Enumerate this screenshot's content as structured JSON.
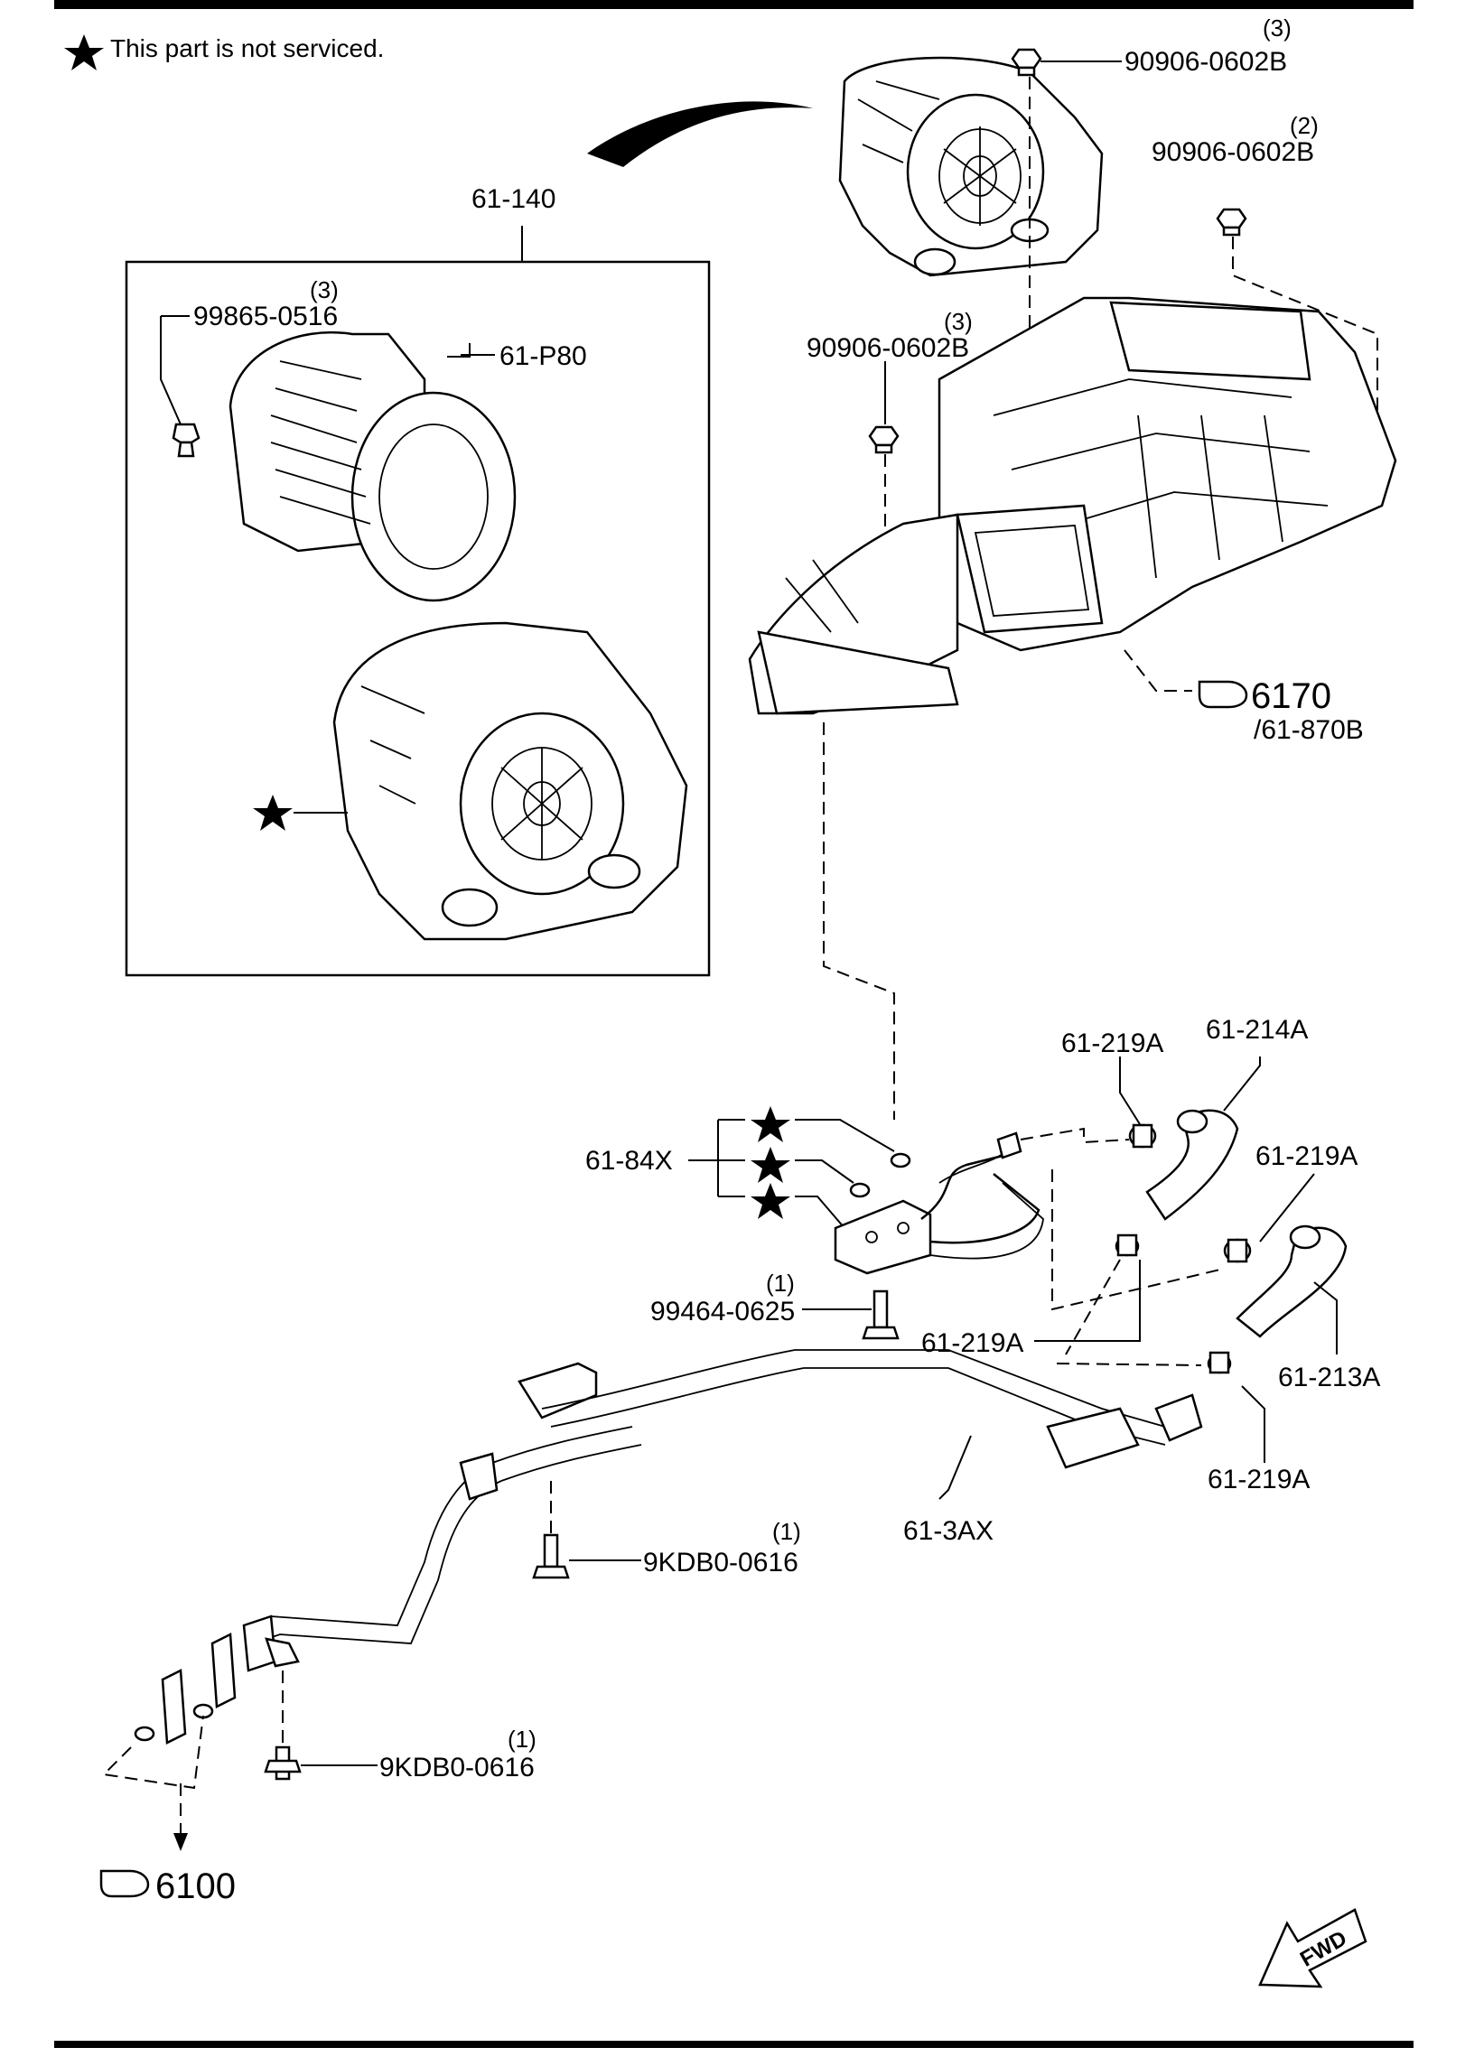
{
  "note": {
    "text": "This part is not serviced."
  },
  "labels": {
    "assy_blower": "61-140",
    "blower_motor": "61-P80",
    "bolt_blower": "99865-0516",
    "bolt_blower_qty": "(3)",
    "nut_top": "90906-0602B",
    "nut_top_qty": "(3)",
    "nut_right": "90906-0602B",
    "nut_right_qty": "(2)",
    "nut_mid": "90906-0602B",
    "nut_mid_qty": "(3)",
    "ref_6170": "6170",
    "ref_61870b": "/61-870B",
    "oring_set": "61-84X",
    "clamp_a1": "61-219A",
    "hose_214": "61-214A",
    "clamp_a2": "61-219A",
    "clamp_a3": "61-219A",
    "hose_213": "61-213A",
    "clamp_a4": "61-219A",
    "bolt_pipe": "99464-0625",
    "bolt_pipe_qty": "(1)",
    "pipe_assy": "61-3AX",
    "bolt_9kdb_1": "9KDB0-0616",
    "bolt_9kdb_1_qty": "(1)",
    "bolt_9kdb_2": "9KDB0-0616",
    "bolt_9kdb_2_qty": "(1)",
    "ref_6100": "6100",
    "fwd": "FWD"
  },
  "icons": {
    "not_serviced": "star-icon",
    "reference": "pointing-hand-icon",
    "forward": "fwd-arrow-icon"
  }
}
